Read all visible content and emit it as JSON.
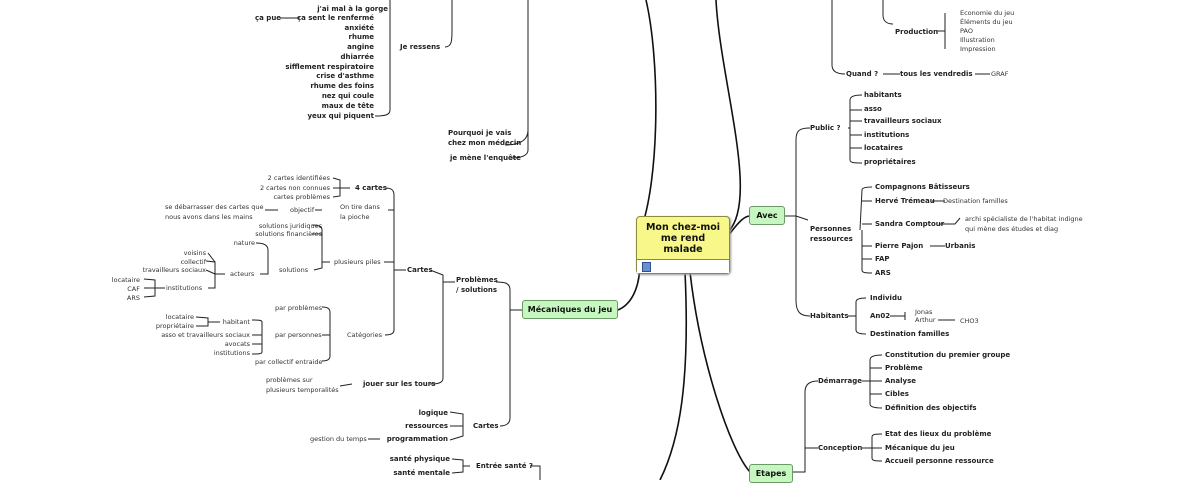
{
  "root": {
    "title": "Mon chez-moi\nme rend\nmalade",
    "note_icon": "note-icon"
  },
  "branches": {
    "avec": "Avec",
    "mecaniques": "Mécaniques du jeu",
    "etapes": "Etapes"
  },
  "enquete": {
    "items": [
      "j'ai mal à la gorge",
      "ça sent le renfermé",
      "anxiété",
      "rhume",
      "angine",
      "dhiarrée",
      "sifflement respiratoire",
      "crise d'asthme",
      "rhume des foins",
      "nez qui coule",
      "maux de tête",
      "yeux qui piquent"
    ],
    "ca_pue": "ça pue",
    "je_ressens": "Je ressens",
    "pourquoi": "Pourquoi je vais\nchez mon médecin",
    "je_mene": "je mène l'enquête"
  },
  "production": {
    "label": "Production",
    "items": [
      "Economie du jeu",
      "Éléments du jeu",
      "PAO",
      "Illustration",
      "Impression"
    ],
    "quand": "Quand ?",
    "tous": "tous les vendredis",
    "graf": "GRAF"
  },
  "public": {
    "label": "Public ?",
    "items": [
      "habitants",
      "asso",
      "travailleurs sociaux",
      "institutions",
      "locataires",
      "propriétaires"
    ]
  },
  "personnes": {
    "label": "Personnes\nressources",
    "compagnons": "Compagnons Bâtisseurs",
    "herve": "Hervé Trémeau",
    "destination": "Destination familles",
    "sandra": "Sandra Comptour",
    "archi": "archi spécialiste de l'habitat indigne\nqui mène des études et diag",
    "pierre": "Pierre Pajon",
    "urbanis": "Urbanis",
    "fap": "FAP",
    "ars": "ARS"
  },
  "habitants": {
    "label": "Habitants",
    "individu": "Individu",
    "an02": "An02",
    "jonas": "Jonas",
    "arthur": "Arthur",
    "cho3": "CHO3",
    "destination": "Destination familles"
  },
  "demarrage": {
    "label": "Démarrage",
    "items": [
      "Constitution du premier groupe",
      "Problème",
      "Analyse",
      "Cibles",
      "Définition des objectifs"
    ]
  },
  "conception": {
    "label": "Conception",
    "items": [
      "Etat des lieux du problème",
      "Mécanique du jeu",
      "Accueil personne ressource"
    ]
  },
  "mecaniques": {
    "problemes": "Problèmes\n/ solutions",
    "cartes": "Cartes",
    "quatre_cartes": "4 cartes",
    "quatre_items": [
      "2 cartes identifiées",
      "2 cartes non connues",
      "cartes problèmes"
    ],
    "objectif_text": "se débarrasser des cartes que\nnous avons dans les mains",
    "objectif": "objectif",
    "on_tire": "On tire dans\nla pioche",
    "plusieurs_piles": "plusieurs piles",
    "solutions_items": [
      "solutions juridiques",
      "solutions financières",
      "nature"
    ],
    "acteurs_items": [
      "voisins",
      "collectif",
      "travailleurs sociaux"
    ],
    "acteurs": "acteurs",
    "institutions_items": [
      "locataire",
      "CAF",
      "ARS"
    ],
    "institutions": "institutions",
    "solutions": "solutions",
    "categories": "Catégories",
    "par_problemes": "par problèmes",
    "par_personnes": "par personnes",
    "personnes_items": [
      "habitant",
      "asso et travailleurs sociaux",
      "avocats",
      "institutions"
    ],
    "locataire": "locataire",
    "proprietaire": "propriétaire",
    "par_collectif": "par collectif entraide",
    "problemes_temps": "problèmes sur\nplusieurs temporalités",
    "jouer": "jouer sur les tours",
    "cartes2": "Cartes",
    "cartes2_items": [
      "logique",
      "ressources",
      "programmation"
    ],
    "gestion": "gestion du temps",
    "entree": "Entrée santé ?",
    "sante_physique": "santé physique",
    "sante_mentale": "santé mentale"
  }
}
